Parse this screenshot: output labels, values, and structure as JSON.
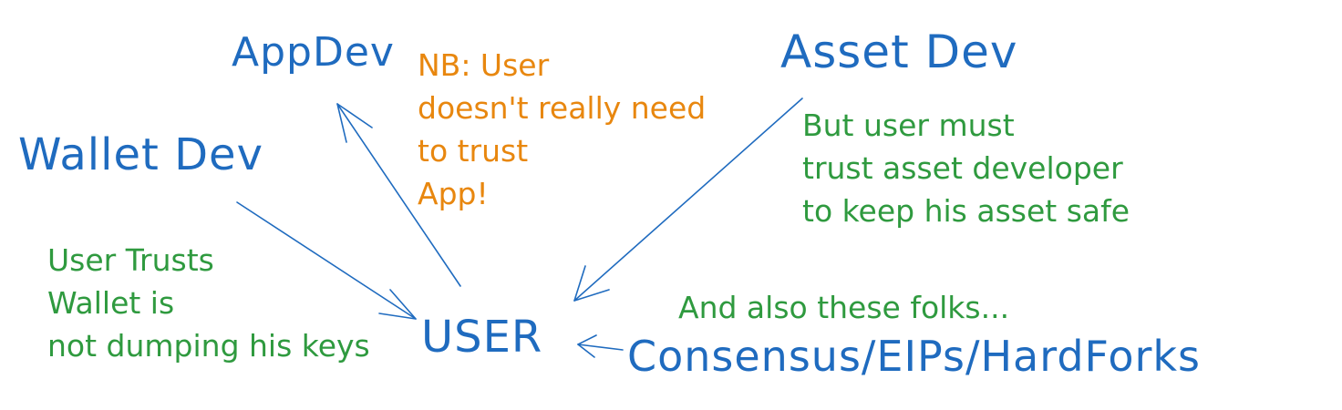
{
  "nodes": {
    "app_dev": "AppDev",
    "asset_dev": "Asset Dev",
    "wallet_dev": "Wallet Dev",
    "user": "USER",
    "consensus": "Consensus/EIPs/HardForks"
  },
  "notes": {
    "app": [
      "NB: User",
      "doesn't really need",
      "to trust",
      "App!"
    ],
    "asset": [
      "But user must",
      "trust asset developer",
      "to keep his asset safe"
    ],
    "wallet": [
      "User Trusts",
      "Wallet is",
      "not dumping his keys"
    ],
    "consensus": "And also these folks..."
  },
  "colors": {
    "node": "#1f6bbf",
    "trust_note": "#2f9a3f",
    "caveat_note": "#e8870f",
    "arrow": "#1f6bbf"
  }
}
